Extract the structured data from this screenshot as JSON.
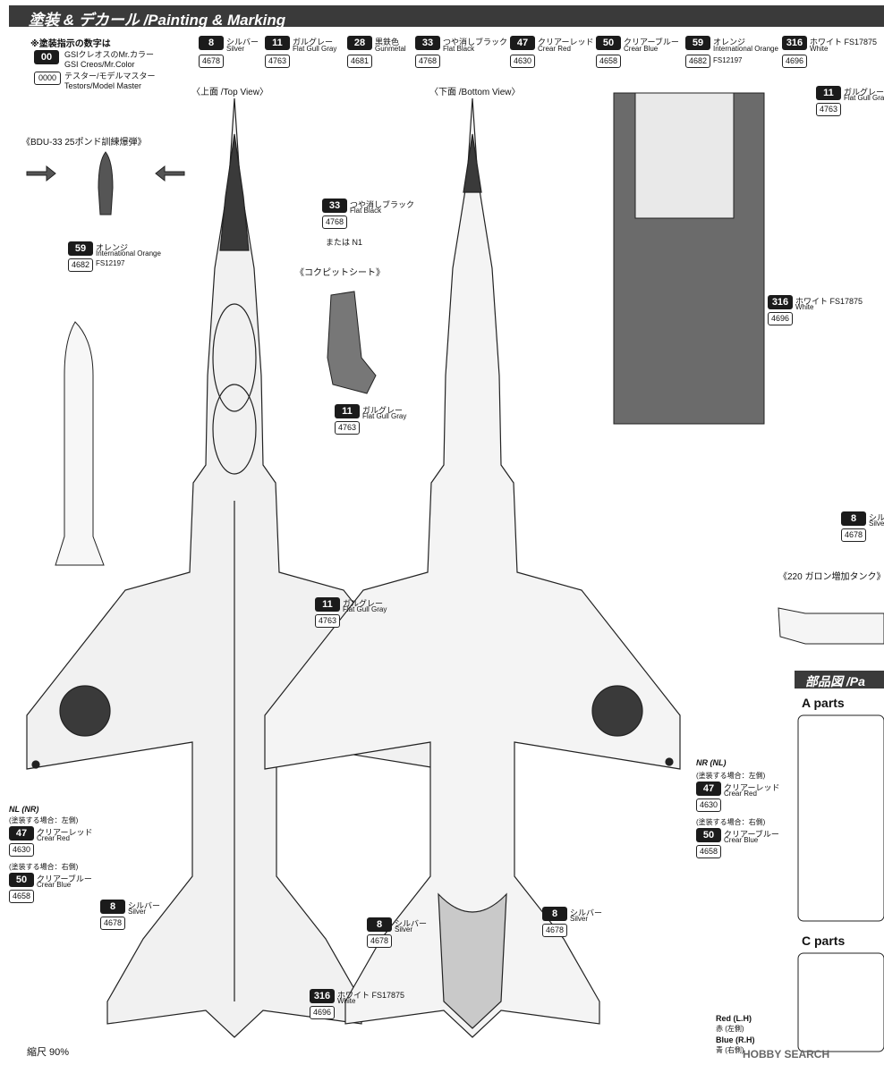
{
  "header": {
    "title": "塗装 & デカール /Painting & Marking"
  },
  "note": {
    "title": "※塗装指示の数字は",
    "rows": [
      {
        "badge": "00",
        "line1": "GSIクレオスのMr.カラー",
        "line2": "GSI Creos/Mr.Color"
      },
      {
        "badge": "0000",
        "line1": "テスター/モデルマスター",
        "line2": "Testors/Model Master"
      }
    ]
  },
  "palette": [
    {
      "num": "8",
      "jp": "シルバー",
      "en": "Silver",
      "fs": "",
      "code": "4678"
    },
    {
      "num": "11",
      "jp": "ガルグレー",
      "en": "Flat Gull Gray",
      "fs": "",
      "code": "4763"
    },
    {
      "num": "28",
      "jp": "黒鉄色",
      "en": "Gunmetal",
      "fs": "",
      "code": "4681"
    },
    {
      "num": "33",
      "jp": "つや消しブラック",
      "en": "Flat Black",
      "fs": "",
      "code": "4768"
    },
    {
      "num": "47",
      "jp": "クリアーレッド",
      "en": "Crear Red",
      "fs": "",
      "code": "4630"
    },
    {
      "num": "50",
      "jp": "クリアーブルー",
      "en": "Crear Blue",
      "fs": "",
      "code": "4658"
    },
    {
      "num": "59",
      "jp": "オレンジ",
      "en": "International Orange",
      "fs": "FS12197",
      "code": "4682"
    },
    {
      "num": "316",
      "jp": "ホワイト FS17875",
      "en": "White",
      "fs": "",
      "code": "4696"
    }
  ],
  "views": {
    "top": "〈上面 /Top View〉",
    "bottom": "〈下面 /Bottom View〉"
  },
  "sections": {
    "bdu": "《BDU-33 25ポンド訓練爆弾》",
    "seat": "《コクピットシート》",
    "tank": "《220 ガロン増加タンク》",
    "parts_title": "部品図 /Pa",
    "a_parts": "A parts",
    "c_parts": "C parts"
  },
  "callouts": {
    "black_nose": {
      "num": "33",
      "jp": "つや消しブラック",
      "en": "Flat Black",
      "code": "4768",
      "note": "または N1"
    },
    "seat_gray": {
      "num": "11",
      "jp": "ガルグレー",
      "en": "Flat Gull Gray",
      "code": "4763"
    },
    "bomb_orange": {
      "num": "59",
      "jp": "オレンジ",
      "en": "International Orange",
      "fs": "FS12197",
      "code": "4682"
    },
    "top_gray": {
      "num": "11",
      "jp": "ガルグレー",
      "en": "Flat Gull Gray",
      "code": "4763"
    },
    "tail_white": {
      "num": "316",
      "jp": "ホワイト FS17875",
      "en": "White",
      "code": "4696"
    },
    "silver_left": {
      "num": "8",
      "jp": "シルバー",
      "en": "Silver",
      "code": "4678"
    },
    "silver_mid": {
      "num": "8",
      "jp": "シルバー",
      "en": "Silver",
      "code": "4678"
    },
    "silver_right": {
      "num": "8",
      "jp": "シルバー",
      "en": "Silver",
      "code": "4678"
    },
    "red_left": {
      "num": "47",
      "jp": "クリアーレッド",
      "en": "Crear Red",
      "code": "4630",
      "cond": "(塗装する場合：左側)"
    },
    "blue_left": {
      "num": "50",
      "jp": "クリアーブルー",
      "en": "Crear Blue",
      "code": "4658",
      "cond": "(塗装する場合：右側)"
    },
    "red_right": {
      "num": "47",
      "jp": "クリアーレッド",
      "en": "Crear Red",
      "code": "4630",
      "cond": "(塗装する場合：左側)"
    },
    "blue_right": {
      "num": "50",
      "jp": "クリアーブルー",
      "en": "Crear Blue",
      "code": "4658",
      "cond": "(塗装する場合：右側)"
    },
    "side_gray": {
      "num": "11",
      "jp": "ガルグレー",
      "en": "Flat Gull Gray",
      "code": "4763"
    },
    "side_white": {
      "num": "316",
      "jp": "ホワイト FS17875",
      "en": "White",
      "code": "4696"
    },
    "side_silver": {
      "num": "8",
      "jp": "シルバ",
      "en": "Silve",
      "code": "4678"
    }
  },
  "labels": {
    "nl_nr": "NL (NR)",
    "nr_nl": "NR (NL)",
    "red_lh": "Red (L.H)",
    "red_lh_jp": "赤 (左側)",
    "blue_rh": "Blue (R.H)",
    "blue_rh_jp": "青 (右側)"
  },
  "scale": "縮尺 90%",
  "watermark": "HOBBY SEARCH"
}
